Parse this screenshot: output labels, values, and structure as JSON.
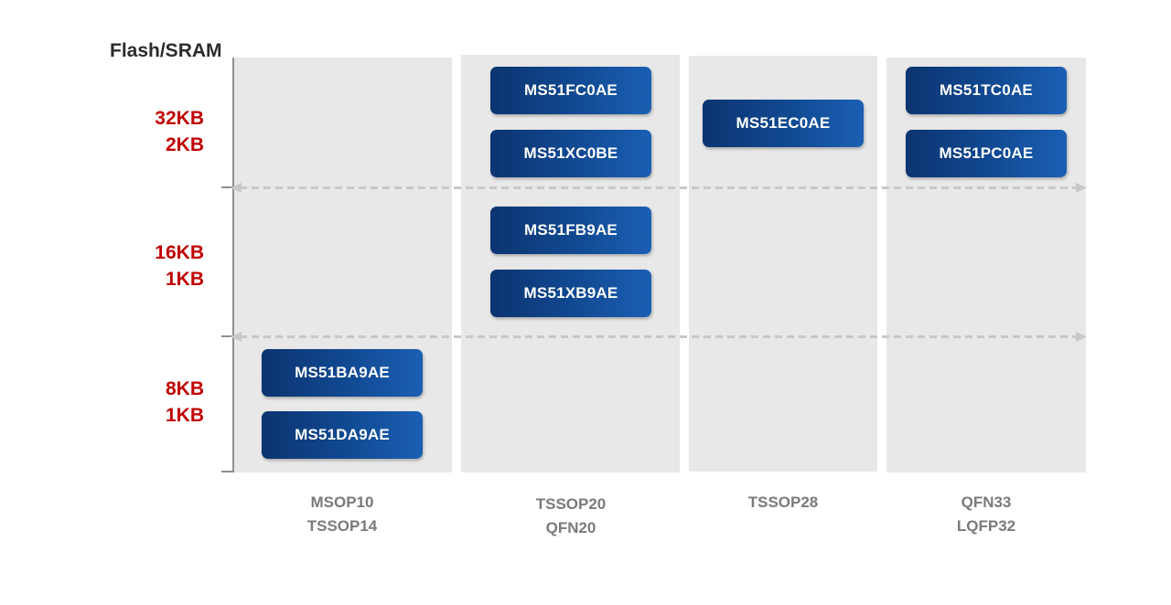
{
  "axis": {
    "title": "Flash/SRAM"
  },
  "levels": [
    {
      "id": "32k",
      "flash": "32KB",
      "sram": "2KB"
    },
    {
      "id": "16k",
      "flash": "16KB",
      "sram": "1KB"
    },
    {
      "id": "8k",
      "flash": "8KB",
      "sram": "1KB"
    }
  ],
  "packages": [
    {
      "id": "col1",
      "lines": [
        "MSOP10",
        "TSSOP14"
      ]
    },
    {
      "id": "col2",
      "lines": [
        "TSSOP20",
        "QFN20"
      ]
    },
    {
      "id": "col3",
      "lines": [
        "TSSOP28"
      ]
    },
    {
      "id": "col4",
      "lines": [
        "QFN33",
        "LQFP32"
      ]
    }
  ],
  "chips": {
    "ms51fc0ae": "MS51FC0AE",
    "ms51xc0be": "MS51XC0BE",
    "ms51fb9ae": "MS51FB9AE",
    "ms51xb9ae": "MS51XB9AE",
    "ms51ec0ae": "MS51EC0AE",
    "ms51tc0ae": "MS51TC0AE",
    "ms51pc0ae": "MS51PC0AE",
    "ms51ba9ae": "MS51BA9AE",
    "ms51da9ae": "MS51DA9AE"
  },
  "colors": {
    "level_label": "#c00000",
    "chip_dark": "#0c3470",
    "chip_light": "#1b5fb3",
    "column_bg": "#e8e8e8",
    "package_text": "#7a7a7a",
    "divider": "#c8c8c8"
  }
}
